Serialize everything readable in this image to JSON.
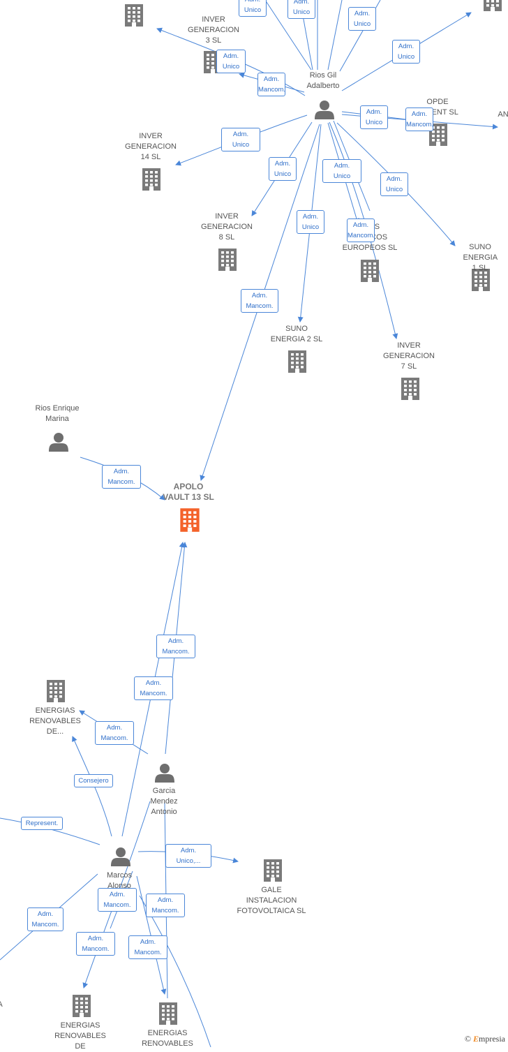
{
  "colors": {
    "edge": "#4a86d8",
    "node_company": "#7a7a7a",
    "node_focus": "#f4622a",
    "node_person": "#6e6e6e"
  },
  "nodes": [
    {
      "id": "rios-gil",
      "type": "person",
      "label": "Rios Gil\nAdalberto"
    },
    {
      "id": "inver-3",
      "type": "company",
      "label": "INVER\nGENERACION\n3  SL"
    },
    {
      "id": "inver-14",
      "type": "company",
      "label": "INVER\nGENERACION\n14  SL"
    },
    {
      "id": "inver-8",
      "type": "company",
      "label": "INVER\nGENERACION\n8  SL"
    },
    {
      "id": "suno-2",
      "type": "company",
      "label": "SUNO\nENERGIA 2  SL"
    },
    {
      "id": "servicios",
      "type": "company",
      "label": "...IOS\nE...TICOS\nEUROPEOS SL"
    },
    {
      "id": "inver-7",
      "type": "company",
      "label": "INVER\nGENERACION\n7  SL"
    },
    {
      "id": "suno-1",
      "type": "company",
      "label": "SUNO\nENERGIA 1  SL"
    },
    {
      "id": "opde",
      "type": "company",
      "label": "OPDE\n...IMENT SL"
    },
    {
      "id": "an-partial",
      "type": "company",
      "label": "AN"
    },
    {
      "id": "top-left",
      "type": "company",
      "label": ""
    },
    {
      "id": "top-right",
      "type": "company",
      "label": ""
    },
    {
      "id": "rios-enrique",
      "type": "person",
      "label": "Rios Enrique\nMarina"
    },
    {
      "id": "apolo",
      "type": "focus",
      "label": "APOLO\nVAULT 13  SL"
    },
    {
      "id": "energias-1",
      "type": "company",
      "label": "ENERGIAS\nRENOVABLES\nDE..."
    },
    {
      "id": "garcia",
      "type": "person",
      "label": "Garcia\nMendez\nAntonio"
    },
    {
      "id": "marcos",
      "type": "person",
      "label": "Marcos\nAlonso"
    },
    {
      "id": "gale",
      "type": "company",
      "label": "GALE\nINSTALACION\nFOTOVOLTAICA SL"
    },
    {
      "id": "energias-2",
      "type": "company",
      "label": "ENERGIAS\nRENOVABLES\nDE"
    },
    {
      "id": "energias-3",
      "type": "company",
      "label": "ENERGIAS\nRENOVABLES"
    },
    {
      "id": "partial-a",
      "type": "company",
      "label": "A"
    }
  ],
  "edges": [
    {
      "label": "Adm.\nUnico"
    },
    {
      "label": "Adm.\nUnico"
    },
    {
      "label": "Adm.\nUnico"
    },
    {
      "label": "Adm.\nUnico"
    },
    {
      "label": "Adm.\nUnico"
    },
    {
      "label": "Adm.\nUnico"
    },
    {
      "label": "Adm.\nUnico"
    },
    {
      "label": "Adm.\nMancom."
    },
    {
      "label": "Adm.\nUnico"
    },
    {
      "label": "Adm.\nMancom."
    },
    {
      "label": "Adm.\nUnico"
    },
    {
      "label": "Adm.\nUnico"
    },
    {
      "label": "Adm.\nUnico"
    },
    {
      "label": "Adm.\nMancom."
    },
    {
      "label": "Adm.\nMancom."
    },
    {
      "label": "Adm.\nMancom."
    },
    {
      "label": "Adm.\nMancom."
    },
    {
      "label": "Adm.\nMancom."
    },
    {
      "label": "Adm.\nMancom."
    },
    {
      "label": "Consejero"
    },
    {
      "label": "Represent."
    },
    {
      "label": "Adm.\nUnico,..."
    },
    {
      "label": "Adm.\nMancom."
    },
    {
      "label": "Adm.\nMancom."
    },
    {
      "label": "Adm.\nMancom."
    },
    {
      "label": "Adm.\nMancom."
    },
    {
      "label": "Adm.\nMancom."
    }
  ],
  "brand": {
    "copyright": "©",
    "name_initial": "E",
    "name_rest": "mpresia"
  }
}
